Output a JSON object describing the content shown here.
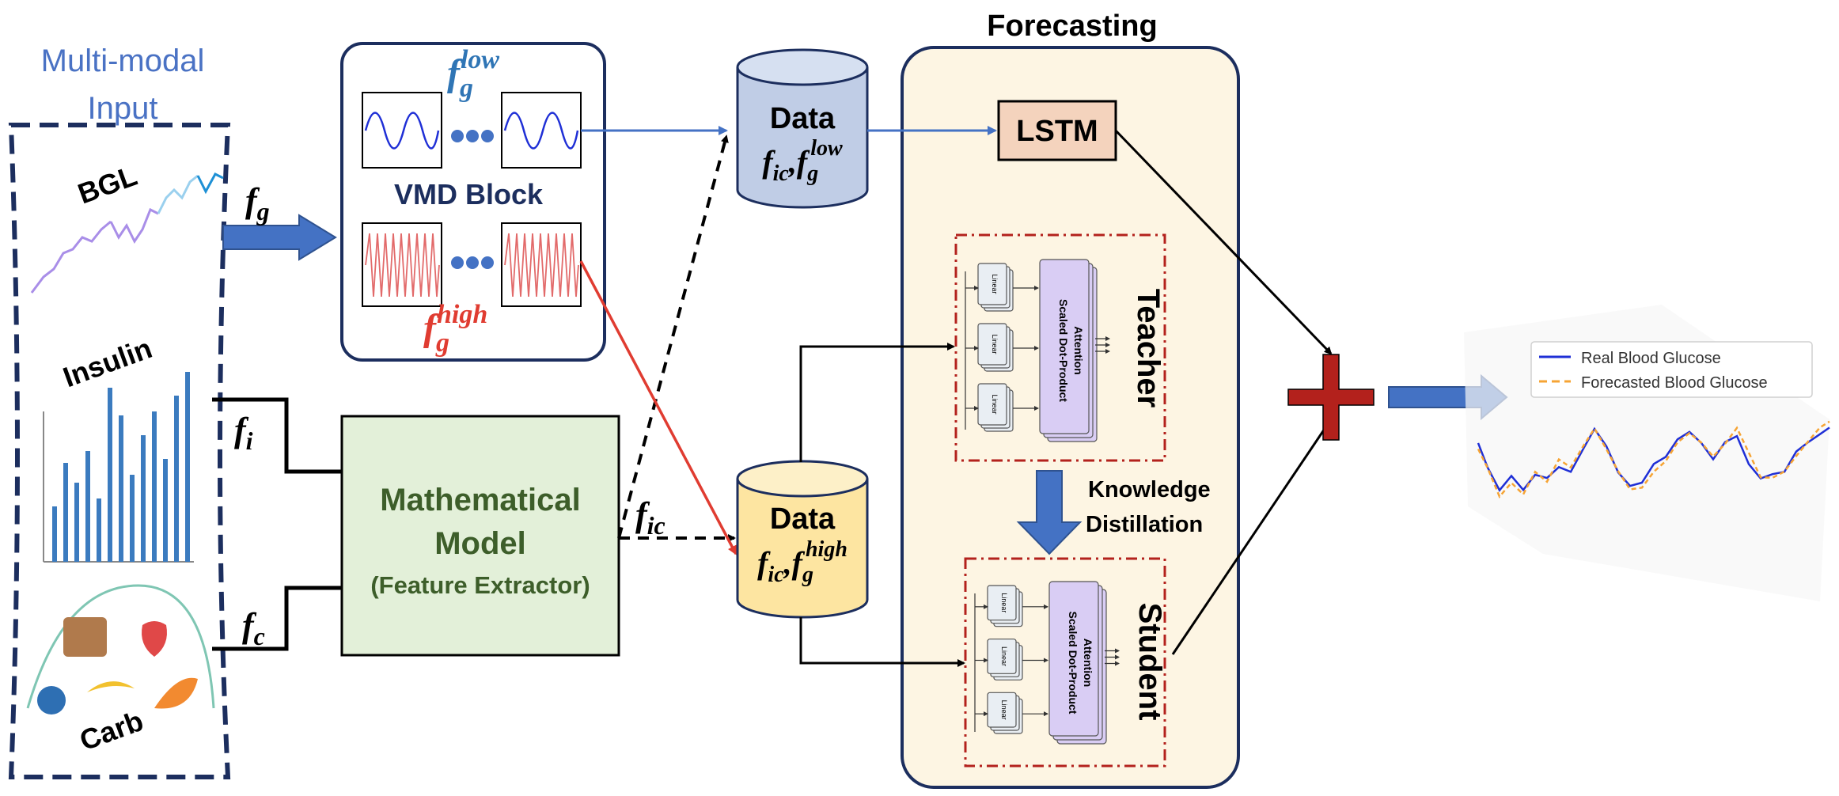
{
  "multimodal": {
    "line1": "Multi-modal",
    "line2": "Input"
  },
  "inputs": {
    "bgl": "BGL",
    "insulin": "Insulin",
    "carb": "Carb"
  },
  "signals": {
    "fg": {
      "base": "f",
      "sub": "g"
    },
    "fi": {
      "base": "f",
      "sub": "i"
    },
    "fc": {
      "base": "f",
      "sub": "c"
    },
    "fic": {
      "base": "f",
      "sub": "ic"
    }
  },
  "vmd": {
    "title": "VMD Block",
    "low": {
      "base": "f",
      "sub": "g",
      "sup": "low"
    },
    "high": {
      "base": "f",
      "sub": "g",
      "sup": "high"
    }
  },
  "math_model": {
    "line1": "Mathematical",
    "line2": "Model",
    "line3": "(Feature Extractor)"
  },
  "data_low": {
    "title": "Data",
    "a_base": "f",
    "a_sub": "ic",
    "b_base": "f",
    "b_sub": "g",
    "b_sup": "low"
  },
  "data_high": {
    "title": "Data",
    "a_base": "f",
    "a_sub": "ic",
    "b_base": "f",
    "b_sub": "g",
    "b_sup": "high"
  },
  "forecasting": {
    "title": "Forecasting",
    "lstm": "LSTM",
    "teacher": "Teacher",
    "student": "Student",
    "kd_line1": "Knowledge",
    "kd_line2": "Distillation",
    "linear": "Linear",
    "attn_line1": "Scaled Dot-Product",
    "attn_line2": "Attention"
  },
  "legend": {
    "real": "Real Blood Glucose",
    "forecast": "Forecasted Blood Glucose"
  },
  "colors": {
    "navy": "#1c2e5e",
    "blue_arrow": "#4472c4",
    "red": "#e03c31",
    "lstm_fill": "#f4d3bd",
    "math_fill": "#e3f0d9",
    "math_text": "#3d5e2a",
    "forecast_fill": "#fdf5e3",
    "data_low_fill": "#c0cde6",
    "data_high_fill": "#fde5a1",
    "plus_red": "#b3211c",
    "multimodal_text": "#4a72c4",
    "real_line": "#1f2fd6",
    "forecast_line": "#f6a434",
    "attention_fill": "#d9cdf4"
  }
}
